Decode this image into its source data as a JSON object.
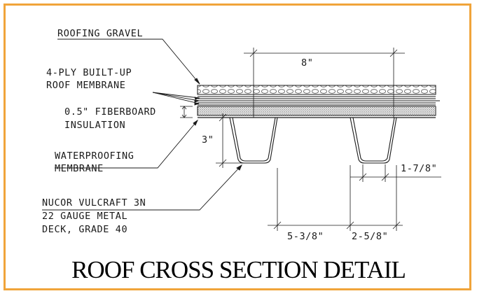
{
  "colors": {
    "frame": "#f0a43a",
    "ink": "#1a1a1a"
  },
  "labels": {
    "roofing_gravel": "ROOFING GRAVEL",
    "membrane_line1": "4-PLY BUILT-UP",
    "membrane_line2": "ROOF MEMBRANE",
    "insulation_line1": "0.5\" FIBERBOARD",
    "insulation_line2": "INSULATION",
    "waterproof_line1": "WATERPROOFING",
    "waterproof_line2": "MEMBRANE",
    "deck_line1": "NUCOR VULCRAFT 3N",
    "deck_line2": "22 GAUGE METAL",
    "deck_line3": "DECK, GRADE 40"
  },
  "dimensions": {
    "top_width": "8\"",
    "depth": "3\"",
    "bottom_width": "1-7/8\"",
    "span": "5-3/8\"",
    "rib_width": "2-5/8\""
  },
  "title": "ROOF CROSS SECTION DETAIL"
}
